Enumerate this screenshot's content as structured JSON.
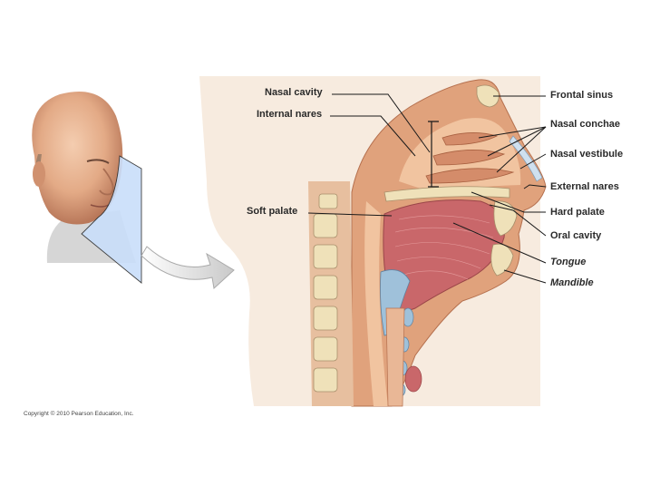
{
  "labels": {
    "nasal_cavity": "Nasal cavity",
    "internal_nares": "Internal nares",
    "soft_palate": "Soft palate",
    "frontal_sinus": "Frontal sinus",
    "nasal_conchae": "Nasal conchae",
    "nasal_vestibule": "Nasal vestibule",
    "external_nares": "External nares",
    "hard_palate": "Hard palate",
    "oral_cavity": "Oral cavity",
    "tongue": "Tongue",
    "mandible": "Mandible"
  },
  "copyright": "Copyright © 2010 Pearson Education, Inc.",
  "colors": {
    "background_panel": "#f7ebdf",
    "mucosa": "#e0a27c",
    "muscle": "#c9676a",
    "bone": "#efe1b9",
    "cartilage": "#9fc1da",
    "leader_line": "#1a1a1a",
    "section_plane": "#c9defa"
  }
}
